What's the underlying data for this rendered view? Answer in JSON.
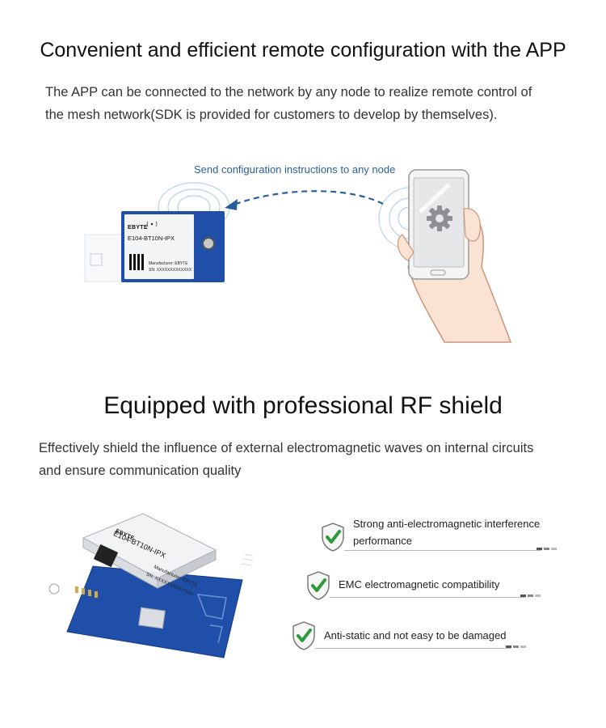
{
  "section1": {
    "title": "Convenient and efficient remote configuration with the APP",
    "description_line1": "The APP can be connected to the network by any node to realize remote control of",
    "description_line2": "the mesh network(SDK is provided for customers to develop by themselves).",
    "arrow_label": "Send configuration instructions to any node",
    "module": {
      "brand": "EBYTE",
      "model": "E104-BT10N-IPX",
      "manufacturer": "Manufacturer: EBYTE",
      "serial": "SN: XXXXXXXXXXXXX"
    }
  },
  "section2": {
    "title": "Equipped with professional RF shield",
    "description_line1": "Effectively shield the influence of external electromagnetic waves on internal circuits",
    "description_line2": "and ensure communication quality",
    "module": {
      "brand": "EBYTE",
      "model": "E104-BT10N-IPX",
      "manufacturer": "Manufacturer: EBYTE",
      "serial": "SN: XXXXXXXXXXXXX"
    },
    "features": [
      {
        "line1": "Strong anti-electromagnetic interference",
        "line2": "performance"
      },
      {
        "line1": "EMC electromagnetic compatibility",
        "line2": ""
      },
      {
        "line1": "Anti-static and not easy to be damaged",
        "line2": ""
      }
    ]
  },
  "colors": {
    "heading": "#111111",
    "body_text": "#333333",
    "arrow_blue": "#2a5f9e",
    "pcb_blue": "#1f4fa8",
    "check_green": "#2e9a3a"
  },
  "icons": [
    "gear-icon",
    "shield-check-icon",
    "wifi-signal-icon"
  ]
}
